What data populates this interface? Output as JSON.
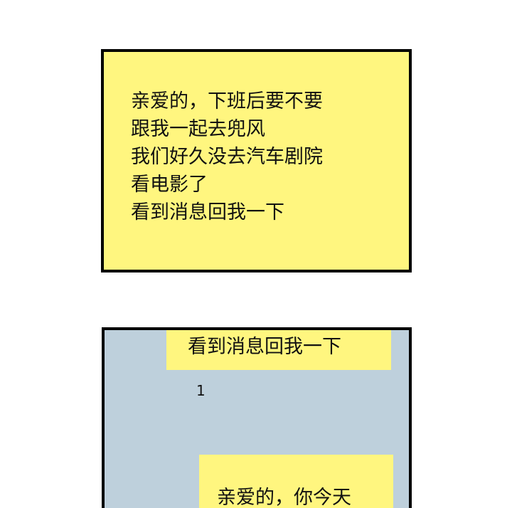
{
  "top_note": {
    "lines": [
      "亲爱的，下班后要不要",
      "跟我一起去兜风",
      "我们好久没去汽车剧院",
      "看电影了",
      "看到消息回我一下"
    ]
  },
  "chat": {
    "message1": "看到消息回我一下",
    "unread_count": "1",
    "message2": "亲爱的，你今天"
  },
  "colors": {
    "note_yellow": "#fff67f",
    "chat_bg": "#bed0dc",
    "border": "#000000"
  }
}
